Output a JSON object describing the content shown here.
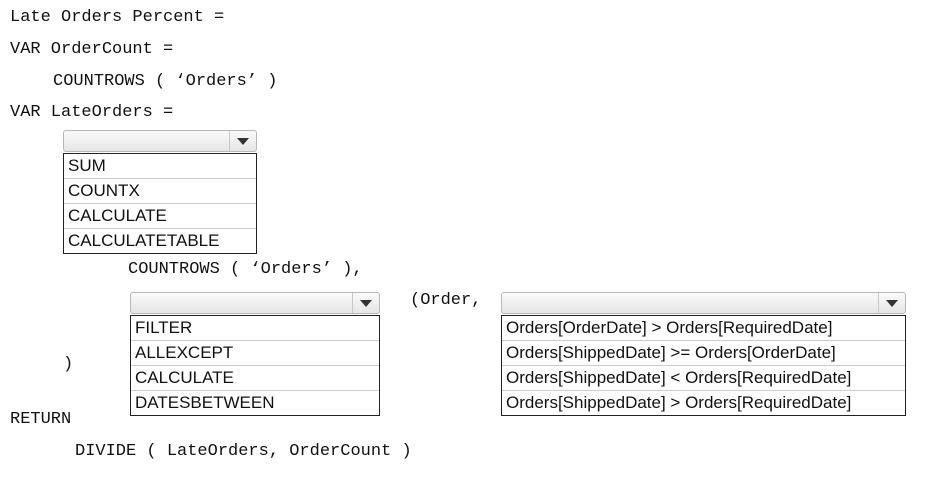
{
  "code": {
    "line1": "Late Orders Percent =",
    "line2": "VAR OrderCount =",
    "line3": "COUNTROWS ( ‘Orders’ )",
    "line4": "VAR LateOrders =",
    "line5": "COUNTROWS ( ‘Orders’ ),",
    "line6": "(Order,",
    "line7": ")",
    "line8": "RETURN",
    "line9": "DIVIDE ( LateOrders, OrderCount )"
  },
  "dropdown1": {
    "options": [
      "SUM",
      "COUNTX",
      "CALCULATE",
      "CALCULATETABLE"
    ]
  },
  "dropdown2": {
    "options": [
      "FILTER",
      "ALLEXCEPT",
      "CALCULATE",
      "DATESBETWEEN"
    ]
  },
  "dropdown3": {
    "options": [
      "Orders[OrderDate] > Orders[RequiredDate]",
      "Orders[ShippedDate] >= Orders[OrderDate]",
      "Orders[ShippedDate] < Orders[RequiredDate]",
      "Orders[ShippedDate] > Orders[RequiredDate]"
    ]
  }
}
